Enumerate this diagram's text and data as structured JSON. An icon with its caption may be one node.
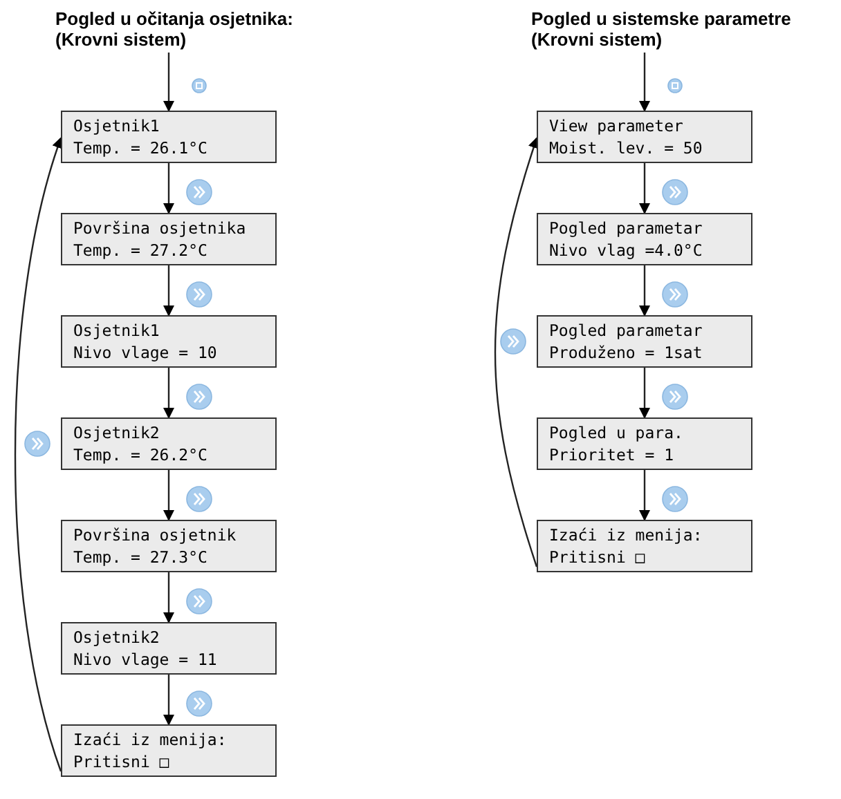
{
  "diagram": {
    "nodes": [
      {
        "text": [
          "Pogled u očitanja osjetnika:",
          "(Krovni sistem)"
        ]
      },
      {
        "text": [
          "Osjetnik1",
          "Temp. = 26.1°C"
        ]
      },
      {
        "text": [
          "Površina osjetnika",
          "Temp. = 27.2°C"
        ]
      },
      {
        "text": [
          "Osjetnik1",
          "Nivo vlage = 10"
        ]
      },
      {
        "text": [
          "Osjetnik2",
          "Temp. = 26.2°C"
        ]
      },
      {
        "text": [
          "Površina osjetnik",
          "Temp. = 27.3°C"
        ]
      },
      {
        "text": [
          "Osjetnik2",
          "Nivo vlage = 11"
        ]
      },
      {
        "text": [
          "Izaći iz menija:",
          "Pritisni □"
        ]
      },
      {
        "text": [
          "Pogled u sistemske parametre",
          "(Krovni sistem)"
        ]
      },
      {
        "text": [
          "View parameter",
          "Moist. lev. = 50"
        ]
      },
      {
        "text": [
          "Pogled parametar",
          "Nivo vlag =4.0°C"
        ]
      },
      {
        "text": [
          "Pogled parametar",
          "Produženo = 1sat"
        ]
      },
      {
        "text": [
          "Pogled u para.",
          "Prioritet = 1"
        ]
      },
      {
        "text": [
          "Izaći iz menija:",
          "Pritisni □"
        ]
      }
    ],
    "edges": [
      {
        "from": 0,
        "to": 1,
        "arrow": "to"
      },
      {
        "from": 1,
        "to": 2,
        "arrow": "to"
      },
      {
        "from": 2,
        "to": 3,
        "arrow": "to"
      },
      {
        "from": 3,
        "to": 4,
        "arrow": "to"
      },
      {
        "from": 4,
        "to": 5,
        "arrow": "to"
      },
      {
        "from": 5,
        "to": 6,
        "arrow": "to"
      },
      {
        "from": 6,
        "to": 7,
        "arrow": "to"
      },
      {
        "from": 7,
        "to": 1,
        "arrow": "to"
      },
      {
        "from": 8,
        "to": 9,
        "arrow": "to"
      },
      {
        "from": 9,
        "to": 10,
        "arrow": "to"
      },
      {
        "from": 10,
        "to": 11,
        "arrow": "to"
      },
      {
        "from": 11,
        "to": 12,
        "arrow": "to"
      },
      {
        "from": 12,
        "to": 13,
        "arrow": "to"
      },
      {
        "from": 13,
        "to": 9,
        "arrow": "to"
      }
    ]
  }
}
